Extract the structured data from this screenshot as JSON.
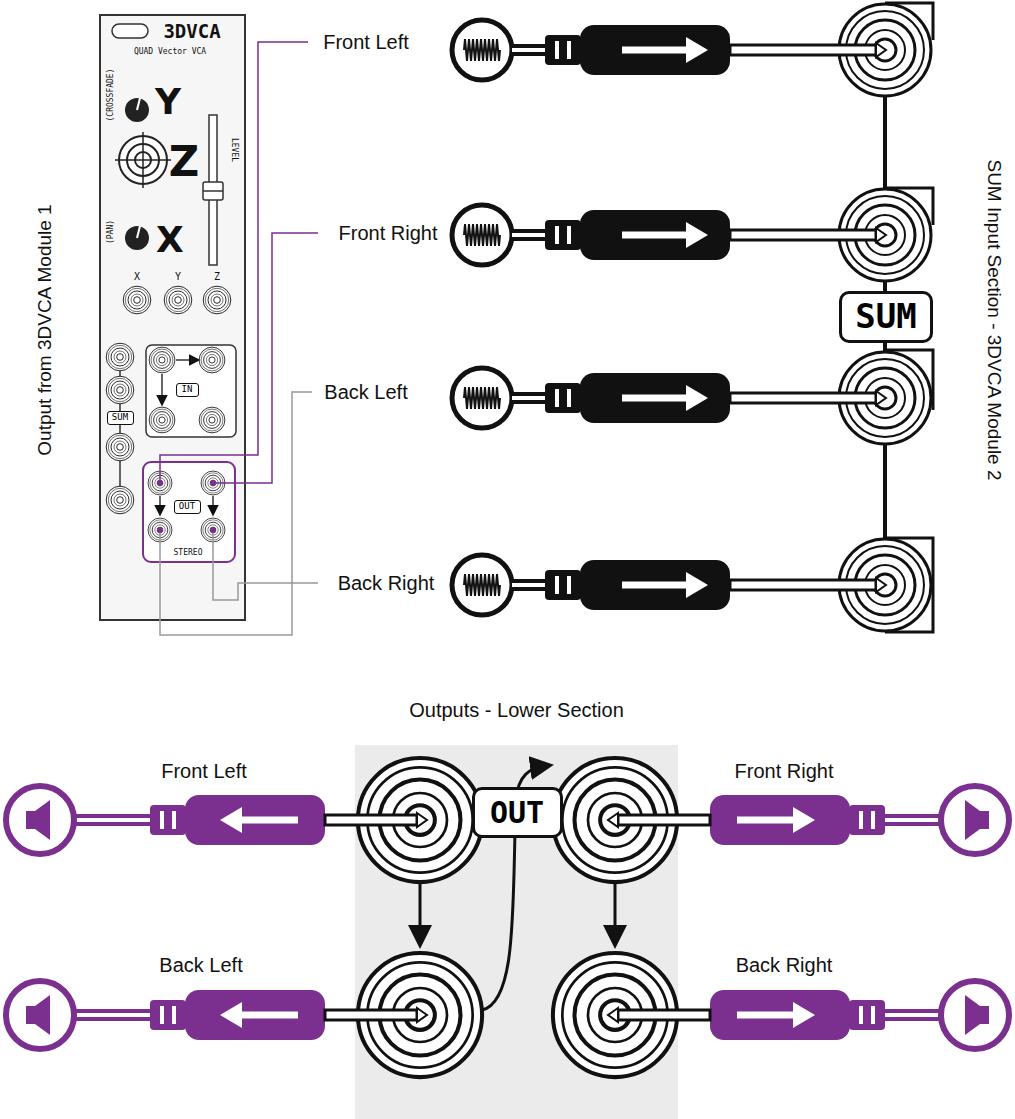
{
  "diagram": {
    "nodes": [
      {
        "text": [
          "SUM"
        ]
      },
      {
        "text": [
          "IN"
        ]
      },
      {
        "text": [
          "OUT"
        ]
      },
      {
        "text": [
          "SUM"
        ]
      },
      {
        "text": [
          "Outputs - Lower Section"
        ]
      },
      {
        "text": [
          "OUT"
        ],
        "in": 4
      }
    ],
    "labels": [
      "Output from 3DVCA Module 1",
      "3DVCA",
      "QUAD Vector VCA",
      "(CROSSFADE)",
      "Y",
      "Z",
      "LEVEL",
      "(PAN)",
      "X",
      "X",
      "Y",
      "Z",
      "STEREO",
      "Front Left",
      "Front Right",
      "Back Left",
      "Back Right",
      "SUM Input Section - 3DVCA Module 2",
      "Front Left",
      "Front Right",
      "Back Left",
      "Back Right"
    ]
  }
}
